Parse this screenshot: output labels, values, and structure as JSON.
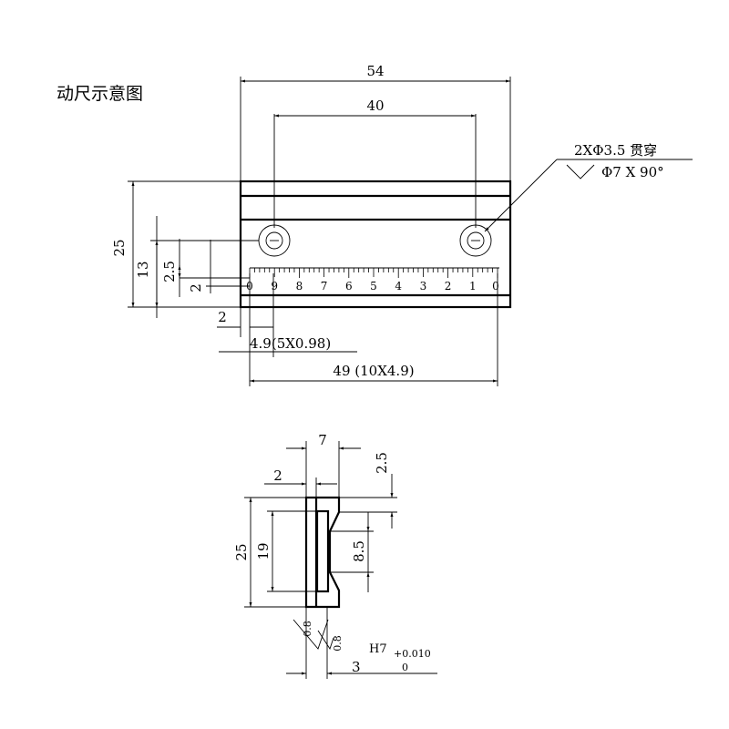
{
  "title": "动尺示意图",
  "front_view": {
    "dims": {
      "overall_width": "54",
      "hole_spacing": "40",
      "height": "25",
      "hole_height": "13",
      "scale_height": "2.5",
      "edge_offset": "2",
      "left_offset": "2",
      "division": "4.9(5X0.98)",
      "scale_length": "49 (10X4.9)"
    },
    "hole_callout": {
      "line1": "2XΦ3.5 贯穿",
      "line2": "Φ7 X 90°"
    },
    "scale_numbers": [
      "0",
      "9",
      "8",
      "7",
      "6",
      "5",
      "4",
      "3",
      "2",
      "1",
      "0"
    ]
  },
  "side_view": {
    "dims": {
      "width": "7",
      "lip": "2",
      "top_chamfer": "2.5",
      "total_height": "25",
      "inner_height": "19",
      "groove": "8.5",
      "bottom": "3"
    },
    "roughness": [
      "0.8",
      "0.8"
    ],
    "tolerance": {
      "fit": "H7",
      "upper": "+0.010",
      "lower": "0"
    }
  }
}
